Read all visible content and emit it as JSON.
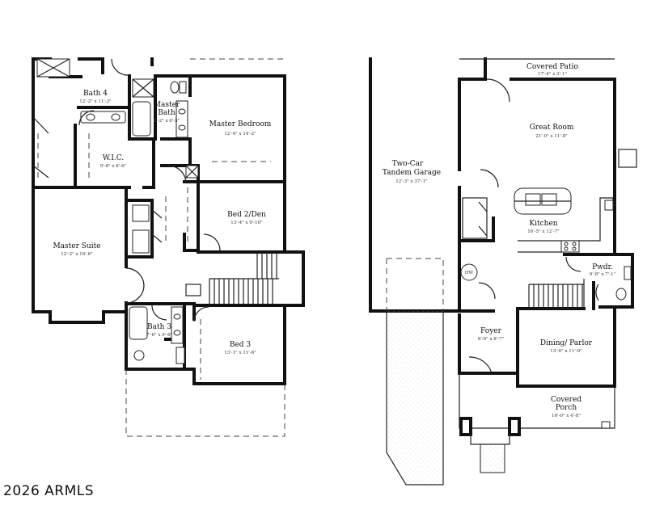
{
  "copyright": "2026 ARMLS",
  "upper_floor": {
    "bath4": {
      "name": "Bath 4",
      "dims": "12'-2\" x 11'-3\""
    },
    "master_bath": {
      "name1": "Master",
      "name2": "Bath",
      "dims": "8'-2\" x 6'-5\""
    },
    "master_bedroom": {
      "name": "Master Bedroom",
      "dims": "12'-4\" x 14'-2\""
    },
    "wic": {
      "name": "W.I.C.",
      "dims": "9'-8\" x 8'-6\""
    },
    "bed2": {
      "name": "Bed 2/Den",
      "dims": "13'-4\" x 9'-10\""
    },
    "master_suite": {
      "name": "Master Suite",
      "dims": "12'-2\" x 16'-6\""
    },
    "bath3": {
      "name": "Bath 3",
      "dims": "7'-6\" x 9'-6\""
    },
    "bed3": {
      "name": "Bed 3",
      "dims": "13'-1\" x 11'-6\""
    }
  },
  "main_floor": {
    "covered_patio": {
      "name": "Covered Patio",
      "dims": "17'-4\" x 3'-1\""
    },
    "great_room": {
      "name": "Great Room",
      "dims": "21'-0\" x 11'-8\""
    },
    "garage": {
      "name1": "Two-Car",
      "name2": "Tandem Garage",
      "dims": "12'-3\" x 37'-1\""
    },
    "kitchen": {
      "name": "Kitchen",
      "dims": "16'-5\" x 12'-7\""
    },
    "powder": {
      "name": "Pwdr.",
      "dims": "9'-8\" x 7'-1\""
    },
    "water_heater": "HW",
    "foyer": {
      "name": "Foyer",
      "dims": "8'-0\" x 8'-7\""
    },
    "dining": {
      "name": "Dining/ Parlor",
      "dims": "13'-6\" x 11'-0\""
    },
    "covered_porch": {
      "name1": "Covered",
      "name2": "Porch",
      "dims": "16'-0\" x 4'-8\""
    }
  }
}
